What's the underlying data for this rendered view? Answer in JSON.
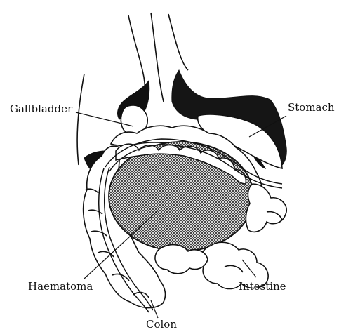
{
  "diagram": {
    "labels": {
      "gallbladder": "Gallbladder",
      "stomach": "Stomach",
      "haematoma": "Haematoma",
      "intestine": "Intestine",
      "colon": "Colon"
    },
    "colors": {
      "ink": "#111111",
      "paper": "#ffffff",
      "haematoma_fill": "#b9b9b9"
    }
  }
}
